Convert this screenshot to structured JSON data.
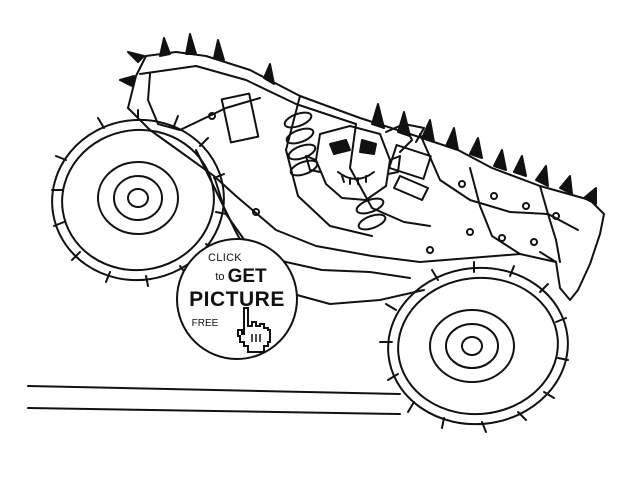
{
  "badge": {
    "line1": "CLICK",
    "line2_small": "to",
    "line2_big": "GET",
    "line3": "PICTURE",
    "line4": "FREE",
    "icon": "pointing-hand-icon"
  },
  "colors": {
    "ink": "#111111",
    "paper": "#ffffff"
  }
}
